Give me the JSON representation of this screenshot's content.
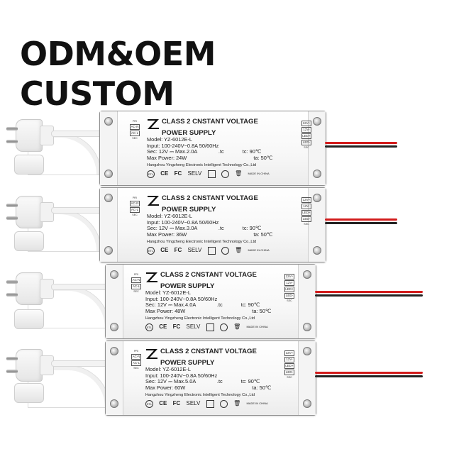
{
  "headline": {
    "line1": "ODM&OEM",
    "line2": "CUSTOM"
  },
  "input_pins": {
    "pri": "PRI",
    "ac_n": "AC-N",
    "ac_l": "AC-L",
    "sec": "SEC"
  },
  "output_pins": {
    "v_pos": "12V+",
    "v_neg": "12V-",
    "led_pos": "LED+",
    "led_neg": "LED-",
    "sec": "SEC"
  },
  "certs": {
    "ce": "CE",
    "fc": "FC",
    "selv": "SELV",
    "made_in": "MADE IN CHINA"
  },
  "units": [
    {
      "title1": "CLASS 2 CNSTANT VOLTAGE",
      "title2": "POWER SUPPLY",
      "model": "Model: YZ-6012E-L",
      "input": "Input: 100-240V~0.8A  50/60Hz",
      "sec": "Sec: 12V",
      "max_current": "Max.2.0A",
      "tc_marker": ".tc",
      "max_power": "Max Power: 24W",
      "tc": "tc: 90℃",
      "ta": "ta: 50℃",
      "maker": "Hangzhou Yingzheng Electronic Intelligent Technology Co.,Ltd"
    },
    {
      "title1": "CLASS 2 CNSTANT VOLTAGE",
      "title2": "POWER SUPPLY",
      "model": "Model: YZ-6012E-L",
      "input": "Input: 100-240V~0.8A  50/60Hz",
      "sec": "Sec: 12V",
      "max_current": "Max.3.0A",
      "tc_marker": ".tc",
      "max_power": "Max Power: 36W",
      "tc": "tc: 90℃",
      "ta": "ta: 50℃",
      "maker": "Hangzhou Yingzheng Electronic Intelligent Technology Co.,Ltd"
    },
    {
      "title1": "CLASS 2 CNSTANT VOLTAGE",
      "title2": "POWER SUPPLY",
      "model": "Model: YZ-6012E-L",
      "input": "Input: 100-240V~0.8A  50/60Hz",
      "sec": "Sec: 12V",
      "max_current": "Max.4.0A",
      "tc_marker": ".tc",
      "max_power": "Max Power: 48W",
      "tc": "tc: 90℃",
      "ta": "ta: 50℃",
      "maker": "Hangzhou Yingzheng Electronic Intelligent Technology Co.,Ltd"
    },
    {
      "title1": "CLASS 2 CNSTANT VOLTAGE",
      "title2": "POWER SUPPLY",
      "model": "Model: YZ-6012E-L",
      "input": "Input: 100-240V~0.8A  50/60Hz",
      "sec": "Sec: 12V",
      "max_current": "Max.5.0A",
      "tc_marker": ".tc",
      "max_power": "Max Power: 60W",
      "tc": "tc: 90℃",
      "ta": "ta: 50℃",
      "maker": "Hangzhou Yingzheng Electronic Intelligent Technology Co.,Ltd"
    }
  ],
  "colors": {
    "wire_positive": "#d21c1c",
    "wire_negative": "#222222",
    "casing": "#f7f7f7"
  }
}
